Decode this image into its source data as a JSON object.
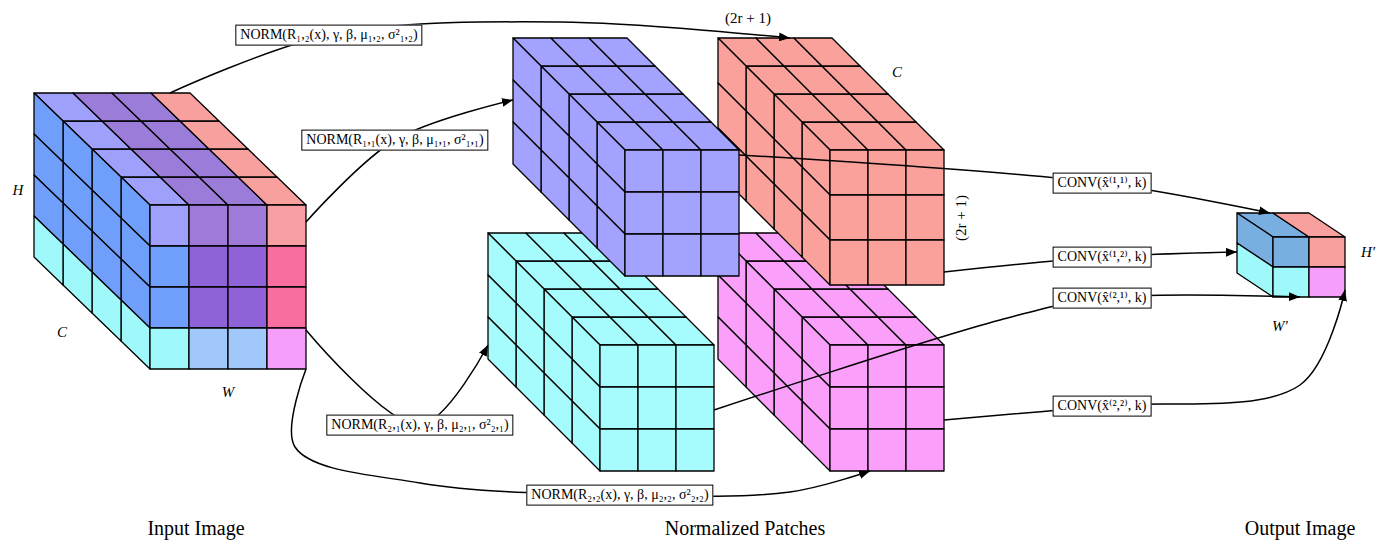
{
  "diagram": {
    "nodes": [
      {
        "text": [
          "H",
          "C",
          "W"
        ]
      },
      {
        "text": []
      },
      {
        "text": [
          "(2r + 1)",
          "C",
          "(2r + 1)"
        ]
      },
      {
        "text": []
      },
      {
        "text": []
      },
      {
        "text": [
          "H′",
          "W′"
        ]
      }
    ],
    "edges": [
      {
        "from": 0,
        "to": 2,
        "arrow": "to",
        "label": "NORM(R₁,₂(x), γ, β, μ₁,₂, σ²₁,₂)"
      },
      {
        "from": 0,
        "to": 1,
        "arrow": "to",
        "label": "NORM(R₁,₁(x), γ, β, μ₁,₁, σ²₁,₁)"
      },
      {
        "from": 0,
        "to": 3,
        "arrow": "to",
        "label": "NORM(R₂,₁(x), γ, β, μ₂,₁, σ²₂,₁)"
      },
      {
        "from": 0,
        "to": 4,
        "arrow": "to",
        "label": "NORM(R₂,₂(x), γ, β, μ₂,₂, σ²₂,₂)"
      },
      {
        "from": 1,
        "to": 5,
        "arrow": "to",
        "label": "CONV(x̂⁽¹,¹⁾, k)"
      },
      {
        "from": 2,
        "to": 5,
        "arrow": "to",
        "label": "CONV(x̂⁽¹,²⁾, k)"
      },
      {
        "from": 3,
        "to": 5,
        "arrow": "to",
        "label": "CONV(x̂⁽²,¹⁾, k)"
      },
      {
        "from": 4,
        "to": 5,
        "arrow": "to",
        "label": "CONV(x̂⁽²,²⁾, k)"
      }
    ],
    "labels": [
      "Input Image",
      "Normalized Patches",
      "Output Image"
    ]
  }
}
